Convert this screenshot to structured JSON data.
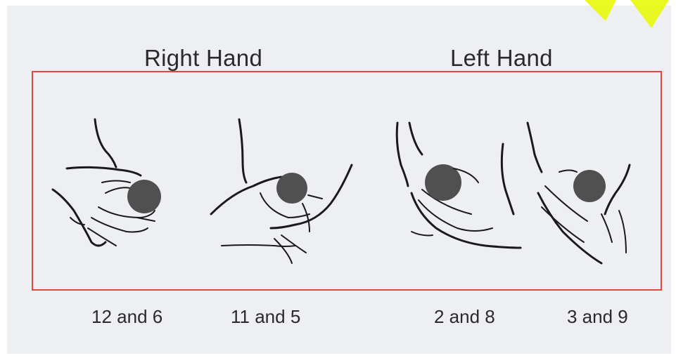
{
  "titles": {
    "right_hand": "Right Hand",
    "left_hand": "Left Hand"
  },
  "captions": [
    "12 and 6",
    "11 and 5",
    "2 and 8",
    "3 and 9"
  ],
  "colors": {
    "frame": "#e4463e",
    "background": "#eeeff3",
    "ink": "#1a1a1a",
    "ball": "#505050",
    "corner_accent": "#e8f80a"
  }
}
